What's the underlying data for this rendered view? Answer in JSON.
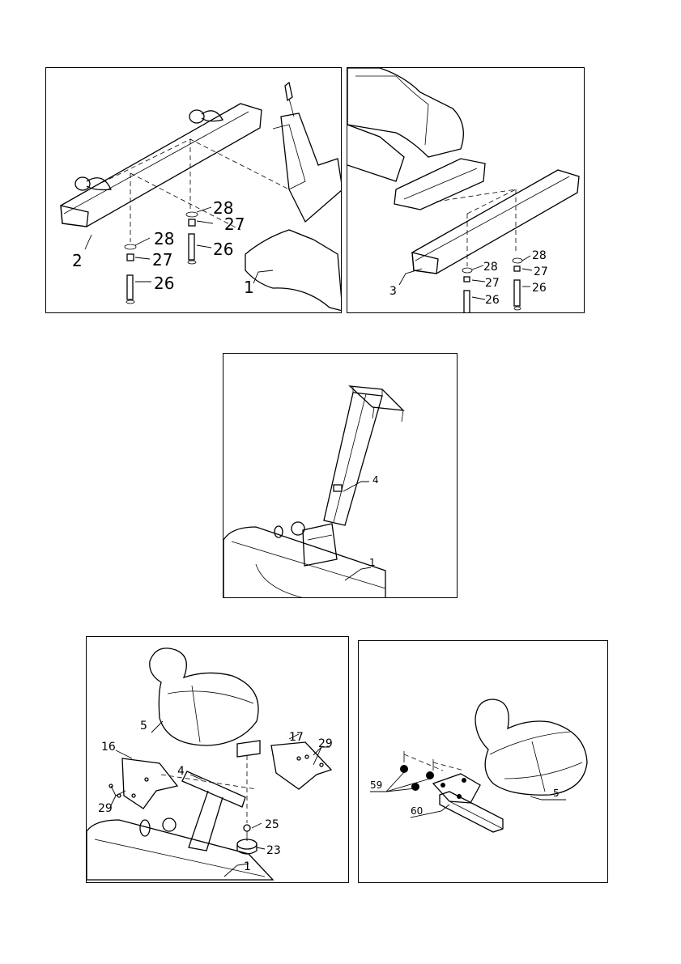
{
  "panels": [
    {
      "id": "step-base-front",
      "labels": [
        "28",
        "27",
        "26",
        "28",
        "27",
        "26",
        "2",
        "1"
      ]
    },
    {
      "id": "step-base-rear",
      "labels": [
        "28",
        "27",
        "26",
        "28",
        "27",
        "26",
        "3"
      ]
    },
    {
      "id": "step-seat-post",
      "labels": [
        "4",
        "1"
      ]
    },
    {
      "id": "step-seat-slider",
      "labels": [
        "5",
        "17",
        "29",
        "16",
        "4",
        "29",
        "25",
        "23",
        "1"
      ]
    },
    {
      "id": "step-saddle",
      "labels": [
        "59",
        "60",
        "5"
      ]
    }
  ]
}
